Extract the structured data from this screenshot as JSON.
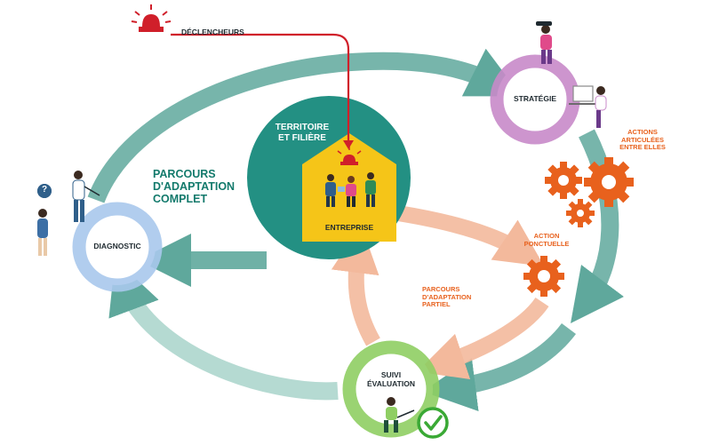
{
  "labels": {
    "triggers": "DÉCLENCHEURS",
    "territory": "TERRITOIRE\nET FILIÈRE",
    "company": "ENTREPRISE",
    "diagnostic": "DIAGNOSTIC",
    "strategy": "STRATÉGIE",
    "follow_up": "SUIVI\nÉVALUATION",
    "full_path": "PARCOURS\nD'ADAPTATION\nCOMPLET",
    "partial_path": "PARCOURS\nD'ADAPTATION\nPARTIEL",
    "linked_actions": "ACTIONS\nARTICULÉES\nENTRE ELLES",
    "one_off_action": "ACTION\nPONCTUELLE",
    "question_mark": "?"
  },
  "colors": {
    "teal_arrow": "#5fa89c",
    "territory_circle": "#239083",
    "company_house": "#f5c518",
    "diagnostic_ring": "#a9c8ec",
    "strategy_ring": "#c889c9",
    "follow_up_ring": "#8fce63",
    "partial_path_arrow": "#f3b99c",
    "gear": "#e8611d",
    "trigger_line": "#d01f2a",
    "check": "#3aa935"
  },
  "icons": {
    "alarm": "alarm-light-icon",
    "gear": "gear-icon",
    "check": "check-circle-icon"
  }
}
